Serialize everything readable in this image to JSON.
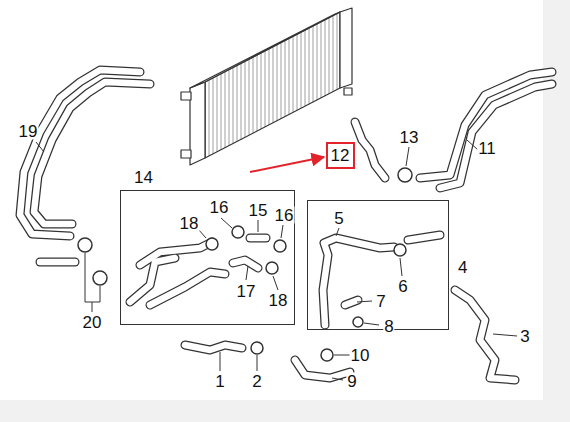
{
  "diagram": {
    "nodes": [
      {
        "text": [
          "12"
        ]
      },
      {
        "text": [
          "14"
        ]
      },
      {
        "text": [
          "4"
        ]
      }
    ],
    "labels": [
      "19",
      "13",
      "11",
      "16",
      "15",
      "16",
      "18",
      "5",
      "6",
      "17",
      "18",
      "7",
      "8",
      "3",
      "20",
      "10",
      "1",
      "2",
      "9"
    ]
  }
}
